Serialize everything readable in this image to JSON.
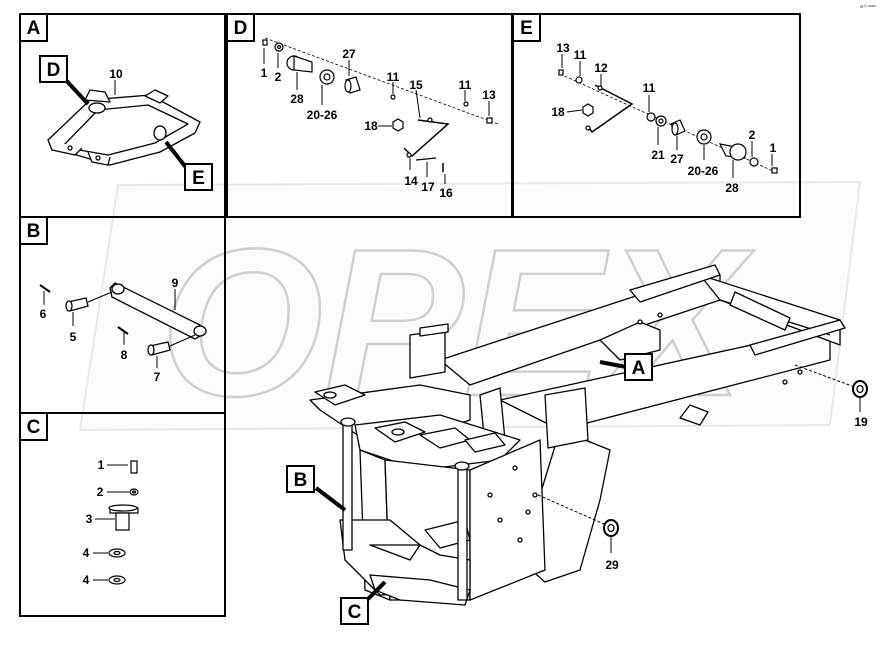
{
  "corner_code": "a⁴³ ᵃᵃᵃᵃ",
  "watermark": "OPEX",
  "panels": {
    "A": {
      "label": "A",
      "callouts": {
        "D": "D",
        "E": "E"
      },
      "parts": [
        "10"
      ]
    },
    "B": {
      "label": "B",
      "parts": [
        "6",
        "5",
        "9",
        "8",
        "7"
      ]
    },
    "C": {
      "label": "C",
      "parts": [
        "1",
        "2",
        "3",
        "4",
        "4"
      ]
    },
    "D": {
      "label": "D",
      "parts": [
        "1",
        "2",
        "28",
        "20-26",
        "27",
        "11",
        "15",
        "11",
        "13",
        "18",
        "14",
        "17",
        "16"
      ]
    },
    "E": {
      "label": "E",
      "parts": [
        "13",
        "11",
        "12",
        "18",
        "11",
        "21",
        "27",
        "20-26",
        "28",
        "2",
        "1"
      ]
    }
  },
  "main": {
    "callouts": {
      "A": "A",
      "B": "B",
      "C": "C"
    },
    "parts": [
      "19",
      "29"
    ]
  }
}
